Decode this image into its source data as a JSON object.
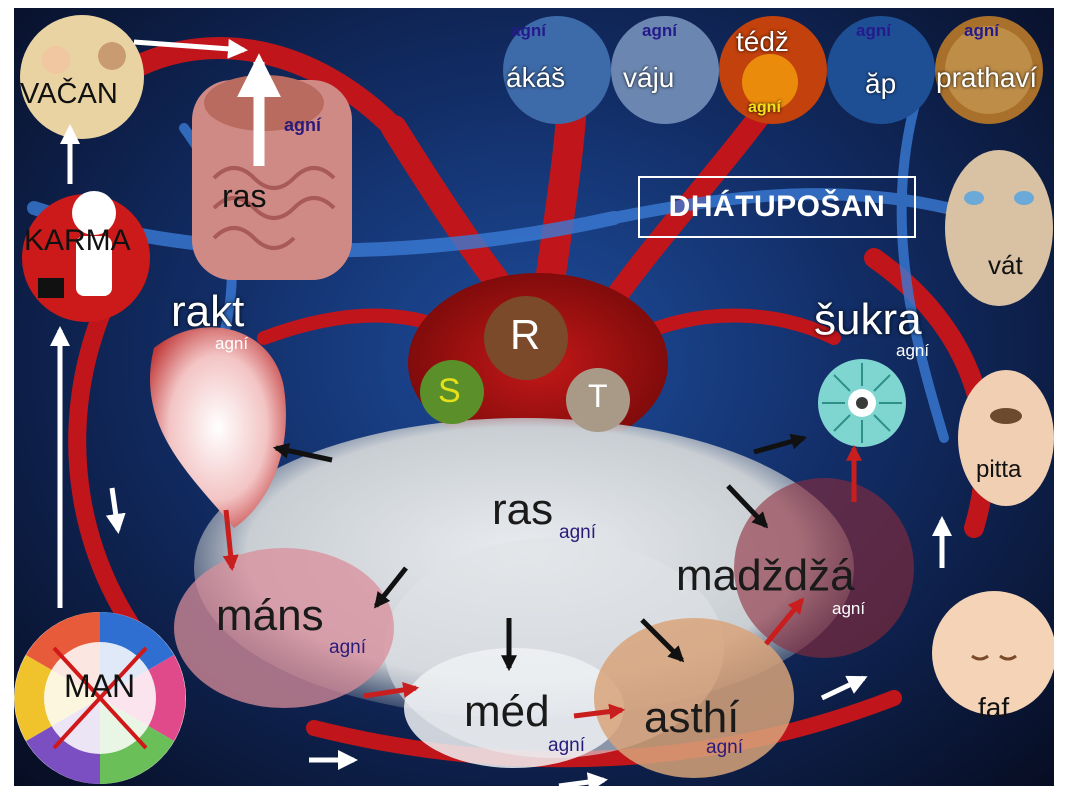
{
  "title": "DHÁTUPOŠAN",
  "elements": [
    {
      "name": "ákáš",
      "agni": "agní",
      "color": "#3d6aa8"
    },
    {
      "name": "váju",
      "agni": "agní",
      "color": "#6b86b0"
    },
    {
      "name": "tédž",
      "agni": "agní",
      "color": "#c2410c"
    },
    {
      "name": "ăp",
      "agni": "agní",
      "color": "#1e4f95"
    },
    {
      "name": "prathaví",
      "agni": "agní",
      "color": "#a8702a"
    }
  ],
  "left_chain": {
    "vacan": "VAČAN",
    "karma": "KARMA",
    "man": "MAN"
  },
  "digestion": {
    "ras": "ras",
    "agni": "agní"
  },
  "gunas": {
    "s": "S",
    "r": "R",
    "t": "T"
  },
  "dhatus": {
    "rakt": "rakt",
    "rakt_agni": "agní",
    "ras": "ras",
    "ras_agni": "agní",
    "mans": "máns",
    "mans_agni": "agní",
    "med": "méd",
    "med_agni": "agní",
    "asthi": "asthí",
    "asthi_agni": "agní",
    "madzdza": "madždžá",
    "madzdza_agni": "agní",
    "sukra": "šukra",
    "sukra_agni": "agní"
  },
  "doshas": {
    "vat": "vát",
    "pitta": "pitta",
    "faf": "faf"
  }
}
